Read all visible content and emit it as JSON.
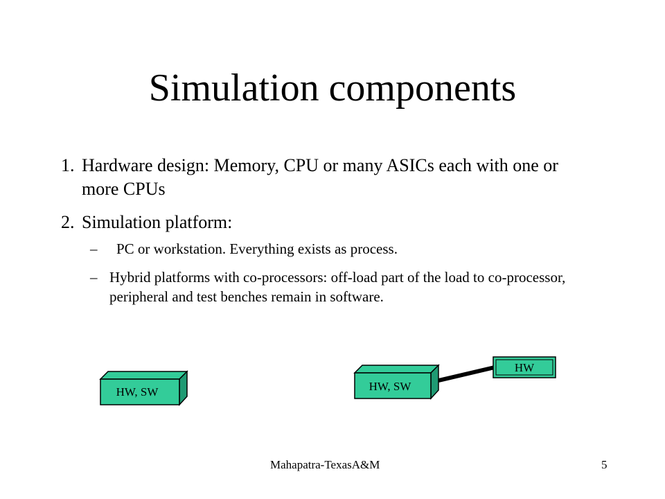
{
  "slide": {
    "title": "Simulation components",
    "items": [
      {
        "number": "1.",
        "text": "Hardware design: Memory, CPU or many ASICs each with one or more CPUs"
      },
      {
        "number": "2.",
        "text": "Simulation platform:"
      }
    ],
    "subitems": [
      {
        "dash": "–",
        "text": "PC or workstation. Everything exists as process."
      },
      {
        "dash": "–",
        "text": "Hybrid platforms with co-processors: off-load part of the load to co-processor, peripheral and test benches remain in software."
      }
    ],
    "diagram": {
      "box_left_label": "HW, SW",
      "box_right_label": "HW, SW",
      "box_hw_label": "HW",
      "box_color": "#33CC99"
    },
    "footer": {
      "author": "Mahapatra-TexasA&M",
      "page_number": "5"
    }
  }
}
